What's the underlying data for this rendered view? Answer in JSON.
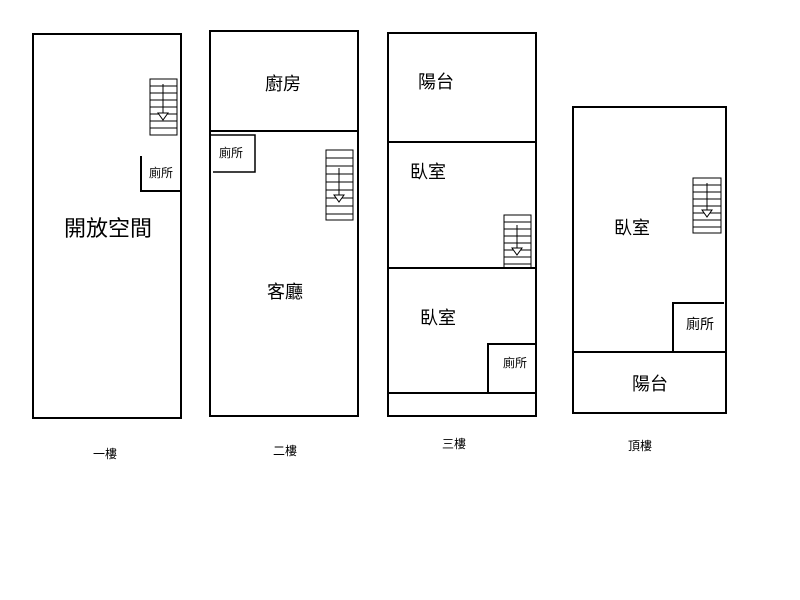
{
  "floors": [
    {
      "caption": "一樓",
      "rooms": {
        "open_space": "開放空間",
        "wc": "廁所"
      }
    },
    {
      "caption": "二樓",
      "rooms": {
        "kitchen": "廚房",
        "wc": "廁所",
        "living": "客廳"
      }
    },
    {
      "caption": "三樓",
      "rooms": {
        "balcony": "陽台",
        "bedroom_a": "臥室",
        "bedroom_b": "臥室",
        "wc": "廁所"
      }
    },
    {
      "caption": "頂樓",
      "rooms": {
        "bedroom": "臥室",
        "wc": "廁所",
        "balcony": "陽台"
      }
    }
  ]
}
